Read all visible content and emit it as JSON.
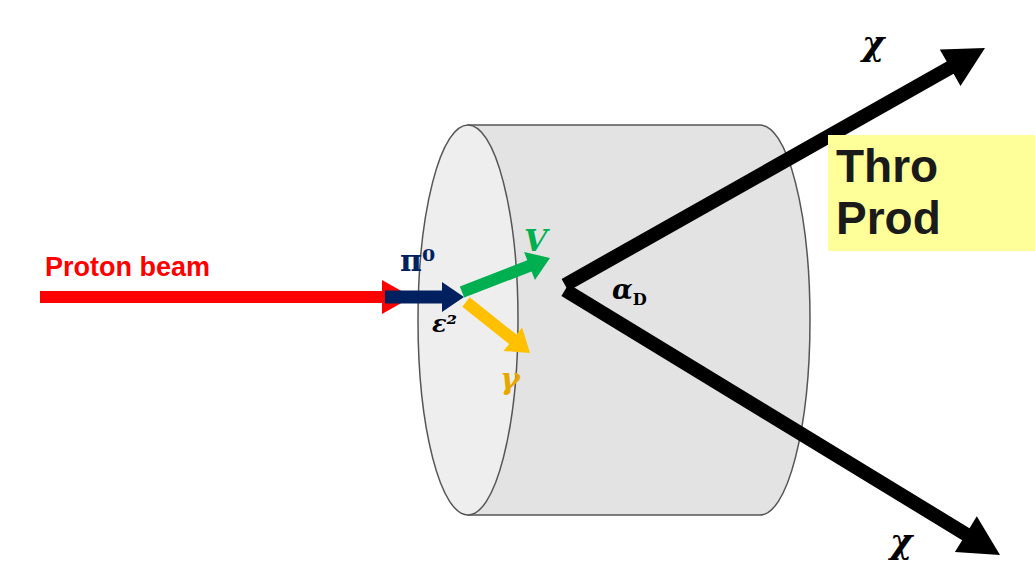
{
  "diagram": {
    "nodes": [
      {
        "text": [
          "Thro Prod"
        ]
      }
    ],
    "labels": [
      "Proton beam",
      "π⁰",
      "V",
      "ε²",
      "γ",
      "αD",
      "χ",
      "χ"
    ]
  }
}
